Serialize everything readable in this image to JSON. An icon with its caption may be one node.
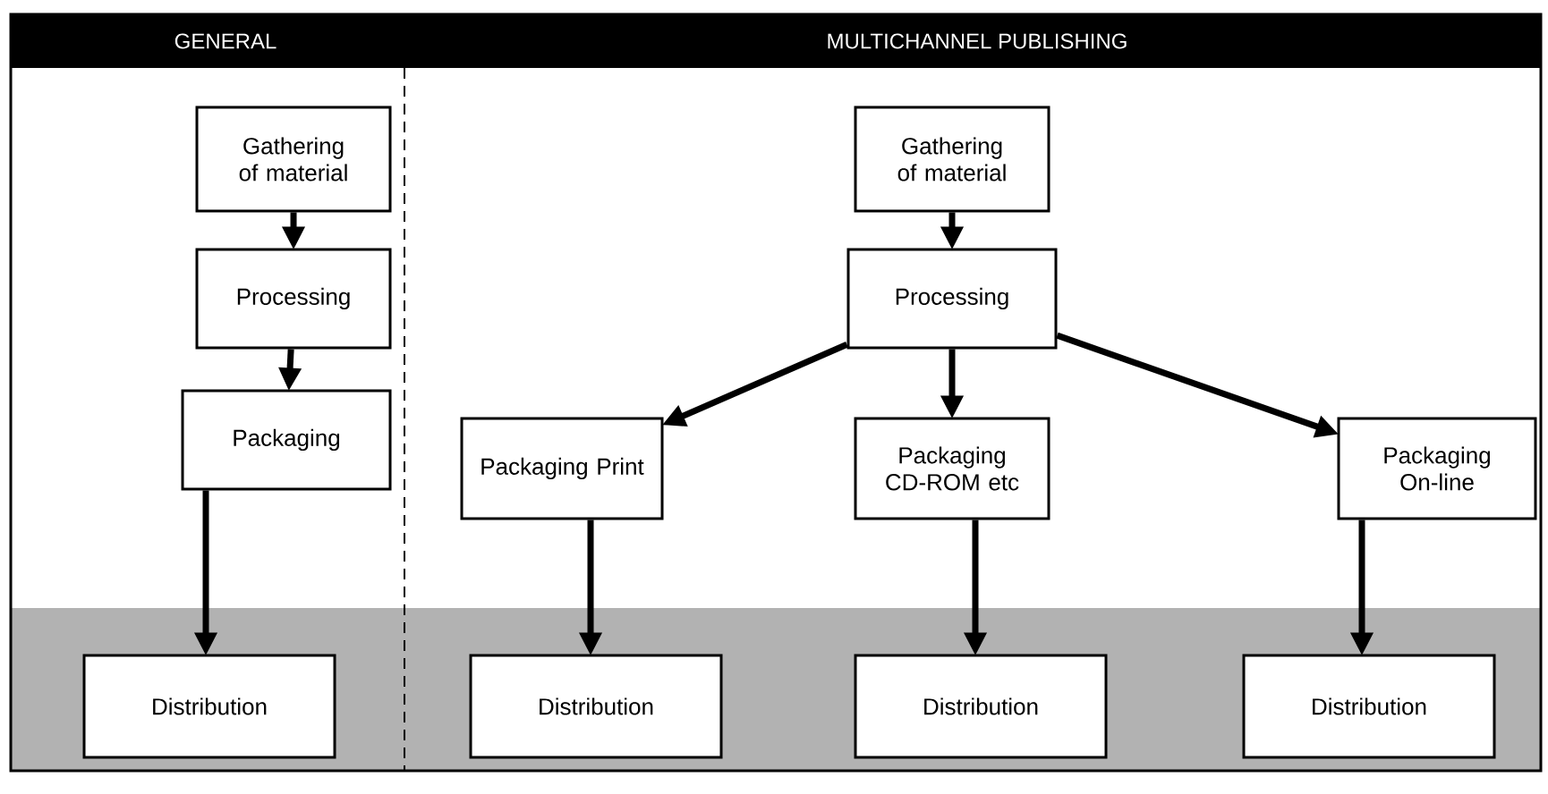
{
  "diagram": {
    "nodes": [
      {
        "text": [
          "Gathering of material"
        ]
      },
      {
        "text": [
          "Processing"
        ]
      },
      {
        "text": [
          "Packaging"
        ]
      },
      {
        "text": [
          "Distribution"
        ]
      },
      {
        "text": [
          "Gathering of material"
        ]
      },
      {
        "text": [
          "Processing"
        ]
      },
      {
        "text": [
          "Packaging Print"
        ]
      },
      {
        "text": [
          "Packaging CD-ROM etc"
        ]
      },
      {
        "text": [
          "Packaging On-line"
        ]
      },
      {
        "text": [
          "Distribution"
        ]
      },
      {
        "text": [
          "Distribution"
        ]
      },
      {
        "text": [
          "Distribution"
        ]
      }
    ],
    "edges": [
      {
        "from": 0,
        "to": 1,
        "arrow": "to"
      },
      {
        "from": 1,
        "to": 2,
        "arrow": "to"
      },
      {
        "from": 2,
        "to": 3,
        "arrow": "to"
      },
      {
        "from": 4,
        "to": 5,
        "arrow": "to"
      },
      {
        "from": 5,
        "to": 6,
        "arrow": "to"
      },
      {
        "from": 5,
        "to": 7,
        "arrow": "to"
      },
      {
        "from": 5,
        "to": 8,
        "arrow": "to"
      },
      {
        "from": 6,
        "to": 9,
        "arrow": "to"
      },
      {
        "from": 7,
        "to": 10,
        "arrow": "to"
      },
      {
        "from": 8,
        "to": 11,
        "arrow": "to"
      }
    ],
    "labels": [
      "GENERAL",
      "MULTICHANNEL PUBLISHING"
    ]
  }
}
